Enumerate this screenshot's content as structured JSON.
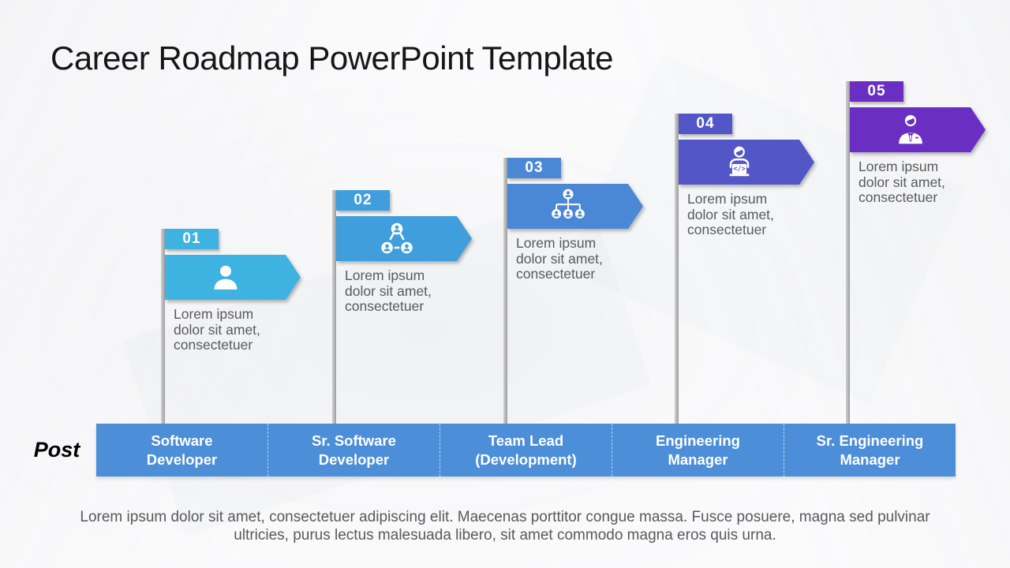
{
  "title": "Career Roadmap PowerPoint Template",
  "milestones": [
    {
      "number": "01",
      "icon": "person-icon",
      "color": "#3eb3e2",
      "description": "Lorem ipsum dolor sit amet, consectetuer"
    },
    {
      "number": "02",
      "icon": "team-network-icon",
      "color": "#3f9edb",
      "description": "Lorem ipsum dolor sit amet, consectetuer"
    },
    {
      "number": "03",
      "icon": "org-chart-icon",
      "color": "#4a87d5",
      "description": "Lorem ipsum dolor sit amet, consectetuer"
    },
    {
      "number": "04",
      "icon": "developer-laptop-icon",
      "color": "#5256c6",
      "description": "Lorem ipsum dolor sit amet, consectetuer"
    },
    {
      "number": "05",
      "icon": "manager-icon",
      "color": "#6a2fc2",
      "description": "Lorem ipsum dolor sit amet, consectetuer"
    }
  ],
  "post_row": {
    "label": "Post",
    "bar_color": "#4c8ed8",
    "posts": [
      "Software Developer",
      "Sr. Software Developer",
      "Team Lead (Development)",
      "Engineering Manager",
      "Sr. Engineering Manager"
    ]
  },
  "footer": "Lorem ipsum dolor sit amet, consectetuer adipiscing elit. Maecenas porttitor congue massa. Fusce posuere, magna sed pulvinar ultricies, purus lectus malesuada libero, sit amet commodo magna eros quis urna."
}
